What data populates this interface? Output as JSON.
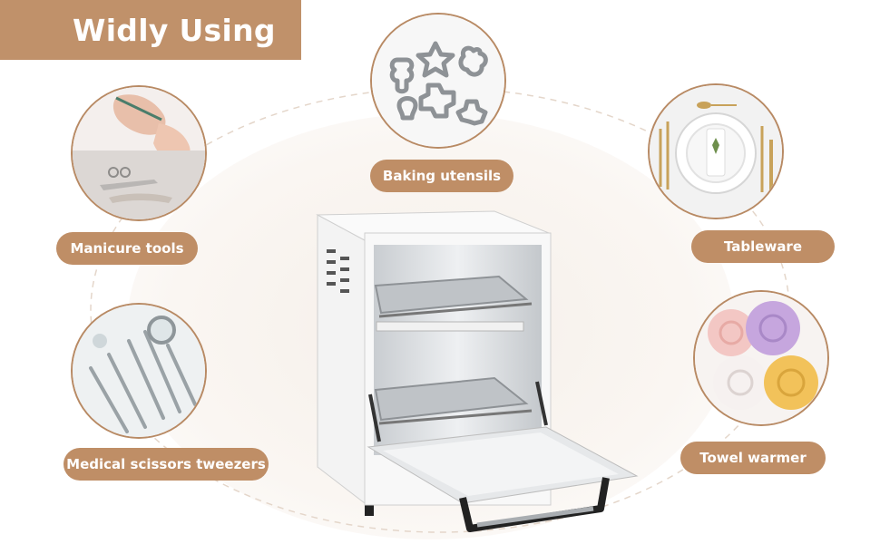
{
  "banner": {
    "title": "Widly Using"
  },
  "uses": [
    {
      "label": "Baking utensils",
      "icon": "cookie-cutters-icon"
    },
    {
      "label": "Manicure tools",
      "icon": "manicure-icon"
    },
    {
      "label": "Tableware",
      "icon": "tableware-icon"
    },
    {
      "label": "Medical scissors tweezers",
      "icon": "medical-tools-icon"
    },
    {
      "label": "Towel warmer",
      "icon": "towels-icon"
    }
  ],
  "colors": {
    "accent": "#bf8e66",
    "banner": "#c0916a",
    "background": "#ffffff"
  }
}
